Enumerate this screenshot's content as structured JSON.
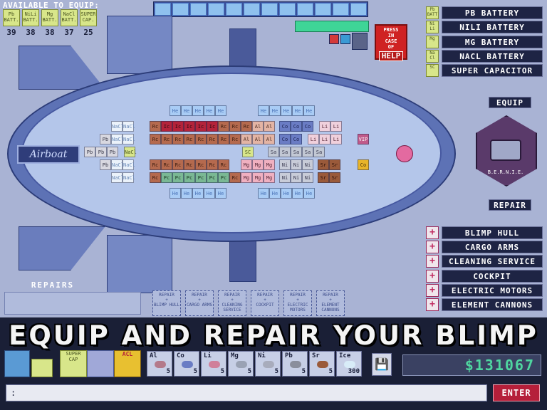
{
  "available": {
    "title": "AVAILABLE TO EQUIP:",
    "items": [
      {
        "label": "Pb BATT.",
        "count": "39"
      },
      {
        "label": "NiLi BATT.",
        "count": "38"
      },
      {
        "label": "Mg BATT.",
        "count": "38"
      },
      {
        "label": "NaCl BATT.",
        "count": "37"
      },
      {
        "label": "SUPER CAP.",
        "count": "25"
      }
    ]
  },
  "help": {
    "line1": "PRESS",
    "line2": "IN",
    "line3": "CASE",
    "line4": "OF",
    "big": "HELP"
  },
  "batteries": [
    {
      "icon": "Pb BATT",
      "label": "PB BATTERY"
    },
    {
      "icon": "Ni Li",
      "label": "NILI BATTERY"
    },
    {
      "icon": "Mg",
      "label": "MG BATTERY"
    },
    {
      "icon": "Na Cl",
      "label": "NACL BATTERY"
    },
    {
      "icon": "SC",
      "label": "SUPER CAPACITOR"
    }
  ],
  "robot": {
    "equip": "EQUIP",
    "name": "B.E.R.N.I.E.",
    "repair": "REPAIR"
  },
  "repair_list": [
    "BLIMP HULL",
    "CARGO ARMS",
    "CLEANING SERVICE",
    "COCKPIT",
    "ELECTRIC MOTORS",
    "ELEMENT CANNONS"
  ],
  "blimp": {
    "name": "Airboat"
  },
  "repairs": {
    "title": "REPAIRS",
    "slots": [
      {
        "l1": "REPAIR",
        "l2": "+",
        "l3": "BLIMP HULL"
      },
      {
        "l1": "REPAIR",
        "l2": "+",
        "l3": "CARGO ARMS"
      },
      {
        "l1": "REPAIR",
        "l2": "+",
        "l3": "CLEANING SERVICE"
      },
      {
        "l1": "REPAIR",
        "l2": "+",
        "l3": "COCKPIT"
      },
      {
        "l1": "REPAIR",
        "l2": "+",
        "l3": "ELECTRIC MOTORS"
      },
      {
        "l1": "REPAIR",
        "l2": "+",
        "l3": "ELEMENT CANNONS"
      }
    ]
  },
  "banner": "EQUIP AND REPAIR YOUR BLIMP",
  "tools": [
    {
      "label": "SUPER CAP"
    },
    {
      "label": "ACL"
    }
  ],
  "inventory": [
    {
      "sym": "Al",
      "qty": "5",
      "color": "#b47a8a"
    },
    {
      "sym": "Co",
      "qty": "5",
      "color": "#6a7cc4"
    },
    {
      "sym": "Li",
      "qty": "5",
      "color": "#d0809a"
    },
    {
      "sym": "Mg",
      "qty": "5",
      "color": "#9aa2b4"
    },
    {
      "sym": "Ni",
      "qty": "5",
      "color": "#a8acbc"
    },
    {
      "sym": "Pb",
      "qty": "5",
      "color": "#8a8e9c"
    },
    {
      "sym": "Sr",
      "qty": "5",
      "color": "#9a5a3a"
    },
    {
      "sym": "Ice",
      "qty": "300",
      "color": "#d8ecf8"
    }
  ],
  "money": "$131067",
  "command": {
    "value": ":"
  },
  "enter": "ENTER",
  "colors": {
    "accent": "#b51f3a",
    "money": "#4fd6a0",
    "hull": "#5d72b5"
  }
}
